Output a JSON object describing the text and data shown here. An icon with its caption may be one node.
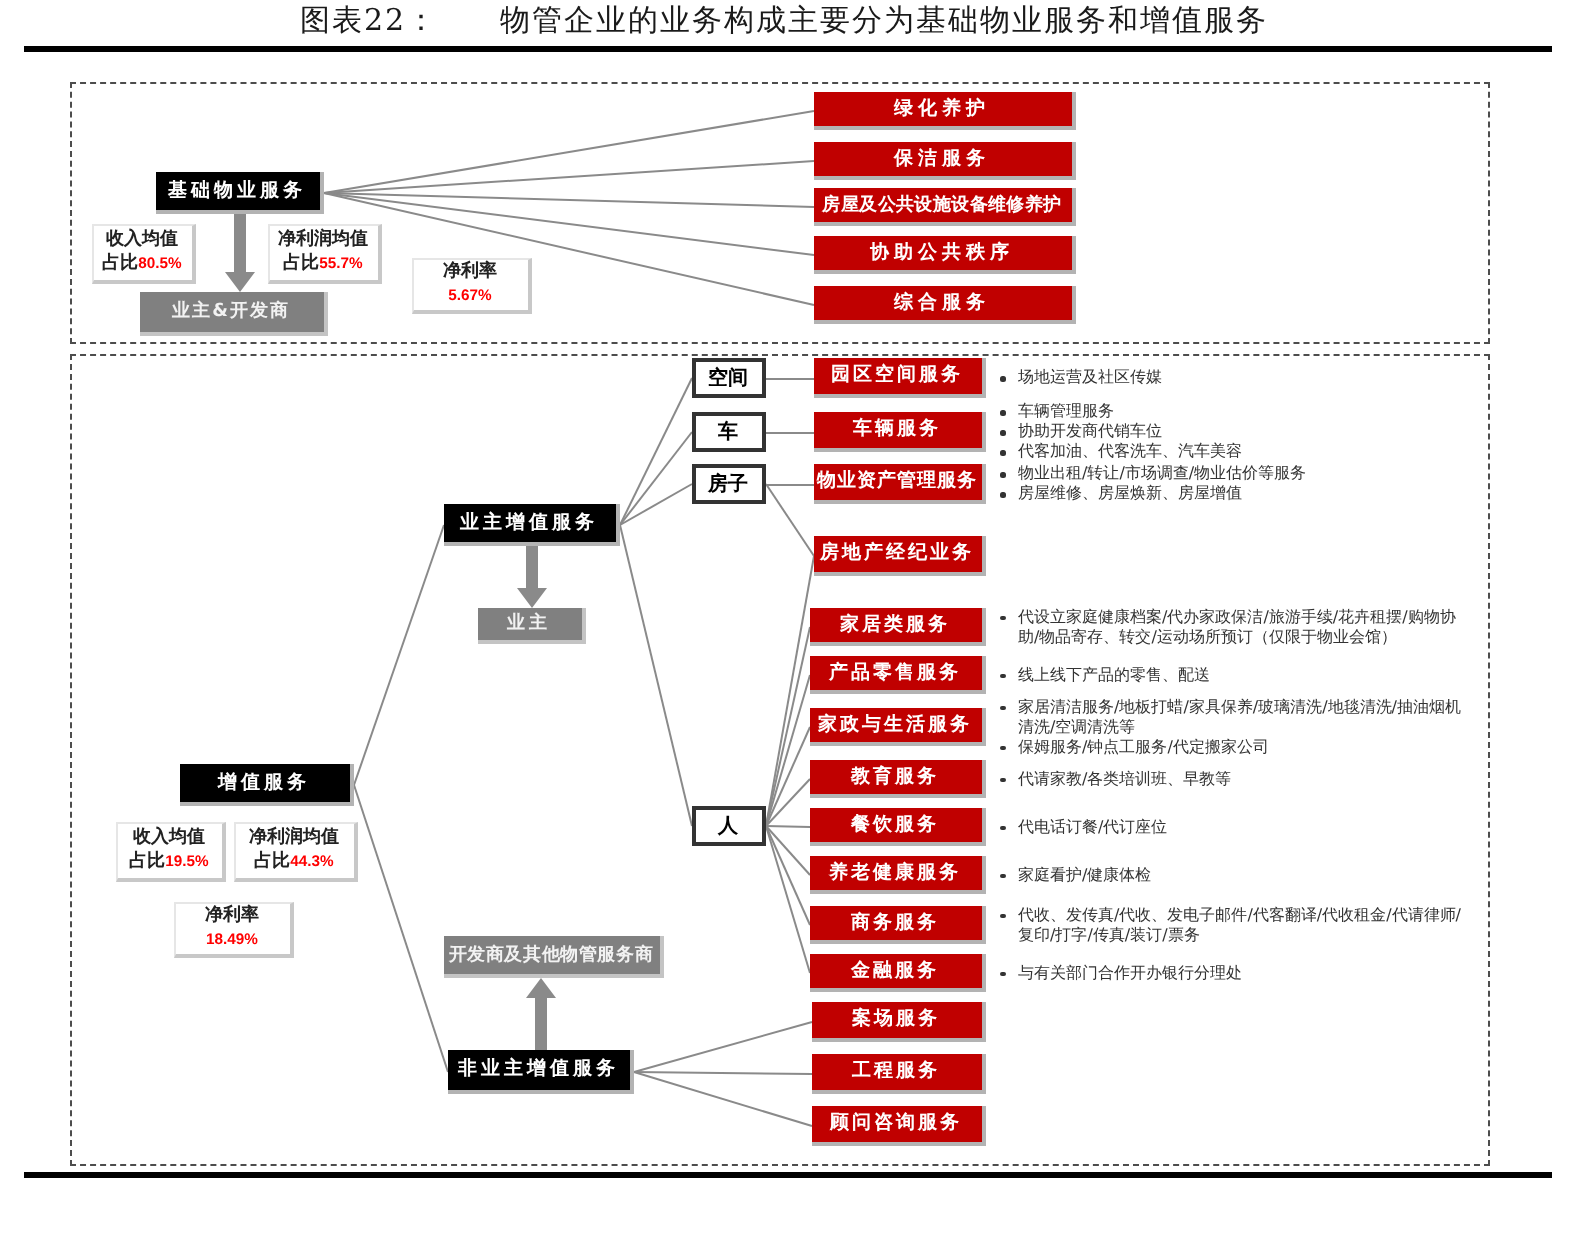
{
  "diagram": {
    "title": "图表22： 物管企业的业务构成主要分为基础物业服务和增值服务",
    "nodes": [
      {
        "text": [],
        "shape": "box"
      },
      {
        "text": [
          "基础物业服务"
        ],
        "in": 0
      },
      {
        "text": [
          "收入均值占比**80.5%**"
        ],
        "in": 0
      },
      {
        "text": [
          "净利润均值占比**55.7%**"
        ],
        "in": 0
      },
      {
        "text": [
          "业主&开发商"
        ],
        "in": 0
      },
      {
        "text": [
          "净利率**5.67%**"
        ],
        "in": 0
      },
      {
        "text": [
          "绿化养护"
        ],
        "in": 0
      },
      {
        "text": [
          "保洁服务"
        ],
        "in": 0
      },
      {
        "text": [
          "房屋及公共设施设备维修养护"
        ],
        "in": 0
      },
      {
        "text": [
          "协助公共秩序"
        ],
        "in": 0
      },
      {
        "text": [
          "综合服务"
        ],
        "in": 0
      },
      {
        "text": [],
        "shape": "box"
      },
      {
        "text": [
          "增值服务"
        ],
        "in": 11
      },
      {
        "text": [
          "收入均值占比**19.5%**"
        ],
        "in": 11
      },
      {
        "text": [
          "净利润均值占比**44.3%**"
        ],
        "in": 11
      },
      {
        "text": [
          "净利率**18.49%**"
        ],
        "in": 11
      },
      {
        "text": [
          "业主增值服务"
        ],
        "in": 11
      },
      {
        "text": [
          "业主"
        ],
        "in": 11
      },
      {
        "text": [
          "空间"
        ],
        "in": 11
      },
      {
        "text": [
          "车"
        ],
        "in": 11
      },
      {
        "text": [
          "房子"
        ],
        "in": 11
      },
      {
        "text": [
          "人"
        ],
        "in": 11
      },
      {
        "text": [
          "园区空间服务"
        ],
        "in": 11,
        "beside": [
          "场地运营及社区传媒"
        ]
      },
      {
        "text": [
          "车辆服务"
        ],
        "in": 11,
        "beside": [
          "车辆管理服务",
          "协助开发商代销车位",
          "代客加油、代客洗车、汽车美容"
        ]
      },
      {
        "text": [
          "物业资产管理服务"
        ],
        "in": 11,
        "beside": [
          "物业出租/转让/市场调查/物业估价等服务",
          "房屋维修、房屋焕新、房屋增值"
        ]
      },
      {
        "text": [
          "房地产经纪业务"
        ],
        "in": 11
      },
      {
        "text": [
          "家居类服务"
        ],
        "in": 11,
        "beside": [
          "代设立家庭健康档案/代办家政保洁/旅游手续/花卉租摆/购物协助/物品寄存、转交/运动场所预订（仅限于物业会馆）"
        ]
      },
      {
        "text": [
          "产品零售服务"
        ],
        "in": 11,
        "beside": [
          "线上线下产品的零售、配送"
        ]
      },
      {
        "text": [
          "家政与生活服务"
        ],
        "in": 11,
        "beside": [
          "家居清洁服务/地板打蜡/家具保养/玻璃清洗/地毯清洗/抽油烟机清洗/空调清洗等",
          "保姆服务/钟点工服务/代定搬家公司"
        ]
      },
      {
        "text": [
          "教育服务"
        ],
        "in": 11,
        "beside": [
          "代请家教/各类培训班、早教等"
        ]
      },
      {
        "text": [
          "餐饮服务"
        ],
        "in": 11,
        "beside": [
          "代电话订餐/代订座位"
        ]
      },
      {
        "text": [
          "养老健康服务"
        ],
        "in": 11,
        "beside": [
          "家庭看护/健康体检"
        ]
      },
      {
        "text": [
          "商务服务"
        ],
        "in": 11,
        "beside": [
          "代收、发传真/代收、发电子邮件/代客翻译/代收租金/代请律师/复印/打字/传真/装订/票务"
        ]
      },
      {
        "text": [
          "金融服务"
        ],
        "in": 11,
        "beside": [
          "与有关部门合作开办银行分理处"
        ]
      },
      {
        "text": [
          "开发商及其他物管服务商"
        ],
        "in": 11
      },
      {
        "text": [
          "非业主增值服务"
        ],
        "in": 11
      },
      {
        "text": [
          "案场服务"
        ],
        "in": 11
      },
      {
        "text": [
          "工程服务"
        ],
        "in": 11
      },
      {
        "text": [
          "顾问咨询服务"
        ],
        "in": 11
      }
    ],
    "edges": [
      {
        "from": 1,
        "to": 6,
        "arrow": "none"
      },
      {
        "from": 1,
        "to": 7,
        "arrow": "none"
      },
      {
        "from": 1,
        "to": 8,
        "arrow": "none"
      },
      {
        "from": 1,
        "to": 9,
        "arrow": "none"
      },
      {
        "from": 1,
        "to": 10,
        "arrow": "none"
      },
      {
        "from": 1,
        "to": 4,
        "arrow": "to",
        "style": "thick"
      },
      {
        "from": 12,
        "to": 16,
        "arrow": "none"
      },
      {
        "from": 12,
        "to": 35,
        "arrow": "none"
      },
      {
        "from": 16,
        "to": 17,
        "arrow": "to",
        "style": "thick"
      },
      {
        "from": 16,
        "to": 18,
        "arrow": "none"
      },
      {
        "from": 16,
        "to": 19,
        "arrow": "none"
      },
      {
        "from": 16,
        "to": 20,
        "arrow": "none"
      },
      {
        "from": 16,
        "to": 21,
        "arrow": "none"
      },
      {
        "from": 18,
        "to": 22,
        "arrow": "none"
      },
      {
        "from": 19,
        "to": 23,
        "arrow": "none"
      },
      {
        "from": 20,
        "to": 24,
        "arrow": "none"
      },
      {
        "from": 20,
        "to": 25,
        "arrow": "none"
      },
      {
        "from": 21,
        "to": 25,
        "arrow": "none"
      },
      {
        "from": 21,
        "to": 26,
        "arrow": "none"
      },
      {
        "from": 21,
        "to": 27,
        "arrow": "none"
      },
      {
        "from": 21,
        "to": 28,
        "arrow": "none"
      },
      {
        "from": 21,
        "to": 29,
        "arrow": "none"
      },
      {
        "from": 21,
        "to": 30,
        "arrow": "none"
      },
      {
        "from": 21,
        "to": 31,
        "arrow": "none"
      },
      {
        "from": 21,
        "to": 32,
        "arrow": "none"
      },
      {
        "from": 21,
        "to": 33,
        "arrow": "none"
      },
      {
        "from": 35,
        "to": 34,
        "arrow": "to",
        "style": "thick"
      },
      {
        "from": 35,
        "to": 36,
        "arrow": "none"
      },
      {
        "from": 35,
        "to": 37,
        "arrow": "none"
      },
      {
        "from": 35,
        "to": 38,
        "arrow": "none"
      }
    ]
  }
}
